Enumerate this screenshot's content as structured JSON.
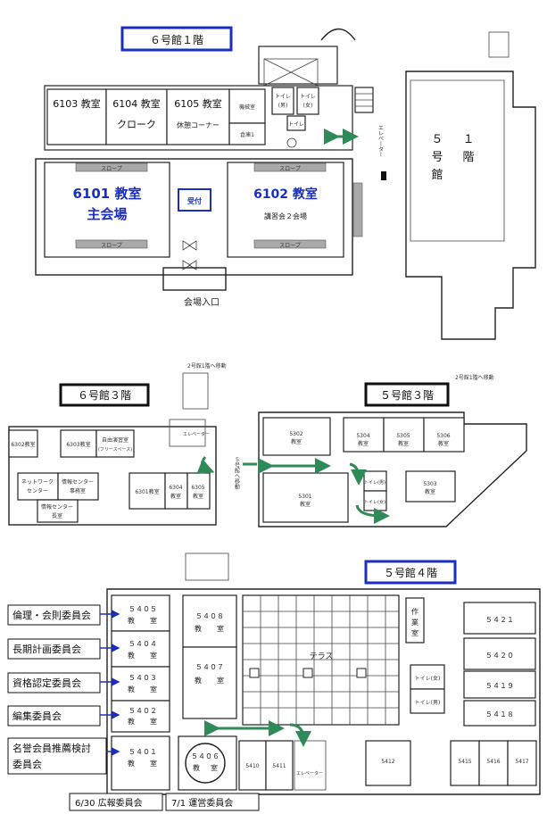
{
  "floor_titles": {
    "b6f1": "６号館１階",
    "b6f3": "６号館３階",
    "b5f3": "５号館３階",
    "b5f4": "５号館４階"
  },
  "b6f1": {
    "r6103": "6103 教室",
    "r6104": "6104 教室",
    "r6105": "6105 教室",
    "cloak": "クローク",
    "rest": "休憩コーナー",
    "machine": "機械室",
    "storage": "倉庫1",
    "toilet_m": "トイレ",
    "toilet_m_sub": "(男)",
    "toilet_f": "トイレ",
    "toilet_f_sub": "(女)",
    "toilet_c": "トイレ",
    "elevator": "エレベーター",
    "r6101": "6101 教室",
    "main_hall": "主会場",
    "r6102": "6102 教室",
    "lecture2": "講習会２会場",
    "reception": "受付",
    "slope": "スロープ",
    "entrance": "会場入口",
    "b5_label_num": "５",
    "b5_label_gou": "号",
    "b5_label_kan": "館",
    "b5_label_1": "１",
    "b5_label_kai": "階"
  },
  "b6f3": {
    "note_top": "2号館1階へ移動",
    "r6302": "6302教室",
    "r6303": "6303教室",
    "self_study": "自由演習室",
    "self_study_sub": "(フリースペース)",
    "network1": "ネットワーク",
    "network2": "センター",
    "info_center1": "情報センター",
    "info_center2": "事務室",
    "info_head1": "情報センター",
    "info_head2": "長室",
    "r6301": "6301教室",
    "r6304": "6304",
    "r6305": "6305",
    "classroom": "教室",
    "bridge": "５号館へ移動",
    "elev": "エレベーター"
  },
  "b5f3": {
    "note_top": "2号館1階へ移動",
    "r5302": "5302",
    "r5304": "5304",
    "r5305": "5305",
    "r5306": "5306",
    "r5301": "5301",
    "r5303": "5303",
    "kyo": "教",
    "shitsu": "室",
    "kyoushitsu": "教室",
    "toilet_m": "トイレ(男)",
    "toilet_f": "トイレ(女)"
  },
  "b5f4": {
    "r5405": "５４０５",
    "r5404": "５４０４",
    "r5403": "５４０３",
    "r5402": "５４０２",
    "r5401": "５４０１",
    "r5408": "５４０８",
    "r5407": "５４０７",
    "r5406": "５４０６",
    "kyo": "教",
    "shitsu": "室",
    "terrace": "テラス",
    "work1": "作",
    "work2": "業",
    "work3": "室",
    "r5421": "５４２１",
    "r5420": "５４２０",
    "r5419": "５４１９",
    "r5418": "５４１８",
    "toilet_f": "トイレ(女)",
    "toilet_m": "トイレ(男)",
    "r5410": "5410",
    "r5411": "5411",
    "r5412": "5412",
    "r5415": "5415",
    "r5416": "5416",
    "r5417": "5417",
    "elev": "エレベーター"
  },
  "committees": {
    "c1": "倫理・会則委員会",
    "c2": "長期計画委員会",
    "c3": "資格認定委員会",
    "c4": "編集委員会",
    "c5a": "名誉会員推薦検討",
    "c5b": "委員会",
    "bottom1": "6/30 広報委員会",
    "bottom2": "7/1 運営委員会"
  }
}
